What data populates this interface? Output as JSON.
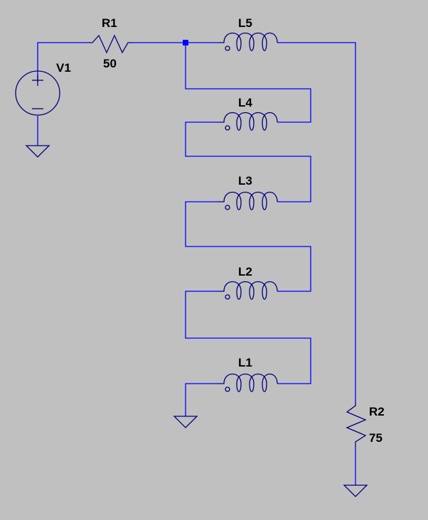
{
  "colors": {
    "background": "#c0c0c0",
    "wire": "#0000ff",
    "component": "#000080",
    "text": "#000000"
  },
  "components": {
    "V1": {
      "name": "V1"
    },
    "R1": {
      "name": "R1",
      "value": "50"
    },
    "R2": {
      "name": "R2",
      "value": "75"
    },
    "L1": {
      "name": "L1"
    },
    "L2": {
      "name": "L2"
    },
    "L3": {
      "name": "L3"
    },
    "L4": {
      "name": "L4"
    },
    "L5": {
      "name": "L5"
    }
  }
}
